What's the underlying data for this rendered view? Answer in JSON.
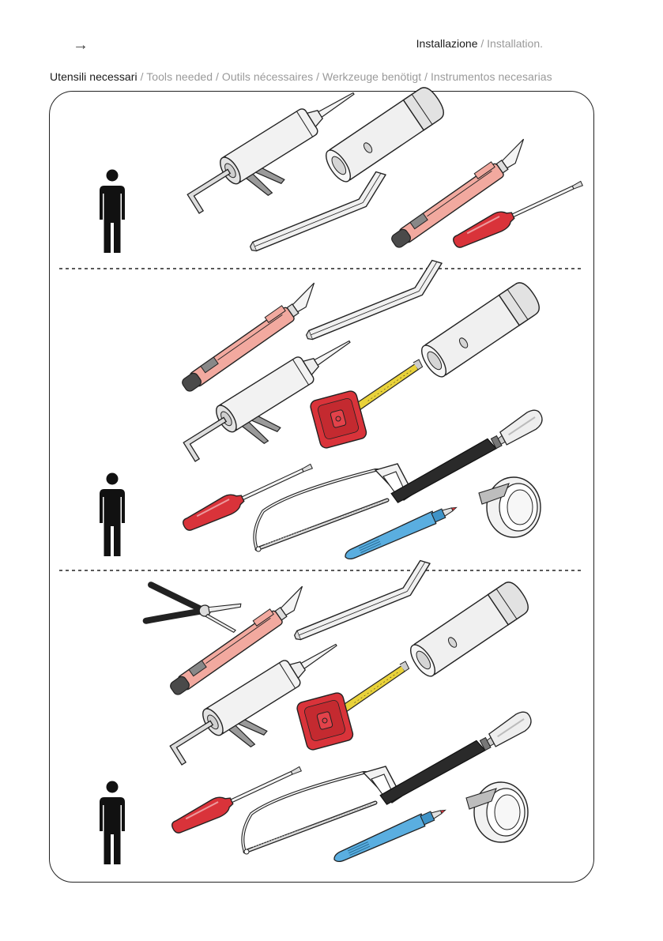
{
  "header": {
    "arrow_glyph": "→",
    "section_it": "Installazione",
    "separator": " / ",
    "section_en": "Installation."
  },
  "subtitle": {
    "primary": "Utensili necessari",
    "others": " / Tools needed / Outils nécessaires / Werkzeuge benötigt / Instrumentos necesarias"
  },
  "sections": [
    {
      "label": "one-person",
      "tools": [
        "caulking-gun",
        "socket-wrench",
        "allen-key",
        "utility-knife",
        "screwdriver"
      ]
    },
    {
      "label": "one-person",
      "tools": [
        "utility-knife",
        "allen-key",
        "socket-wrench",
        "caulking-gun",
        "tape-measure",
        "screwdriver",
        "hacksaw",
        "file",
        "marker-pen",
        "tape-roll"
      ]
    },
    {
      "label": "one-person",
      "tools": [
        "pliers",
        "utility-knife",
        "allen-key",
        "socket-wrench",
        "caulking-gun",
        "tape-measure",
        "screwdriver",
        "hacksaw",
        "file",
        "marker-pen",
        "tape-roll"
      ]
    }
  ],
  "colors": {
    "red": "#d9333a",
    "pink": "#f2a99f",
    "blue": "#5aaee0",
    "yellow": "#e9d23a",
    "dark": "#2a2a2a",
    "metal": "#efefef"
  }
}
